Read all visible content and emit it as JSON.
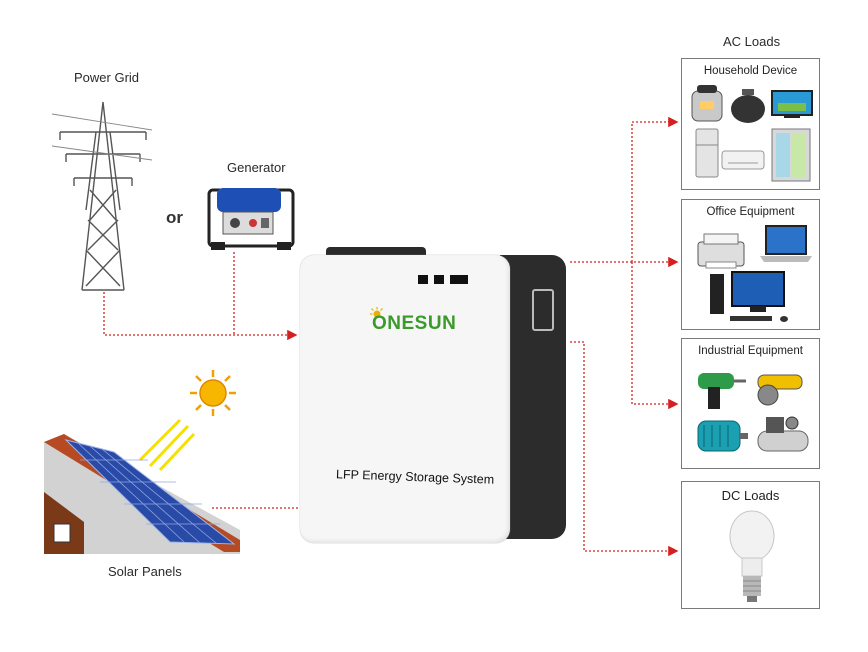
{
  "sources": {
    "power_grid_label": "Power Grid",
    "or_label": "or",
    "generator_label": "Generator",
    "solar_label": "Solar Panels"
  },
  "battery": {
    "brand": "ONESUN",
    "product_label": "LFP Energy Storage System"
  },
  "loads": {
    "ac_title": "AC Loads",
    "household_title": "Household Device",
    "office_title": "Office Equipment",
    "industrial_title": "Industrial Equipment",
    "dc_title": "DC Loads"
  },
  "colors": {
    "connector": "#d42020",
    "box_border": "#7a7a7a",
    "battery_front": "#f6f6f6",
    "battery_side": "#2c2c2c",
    "brand_green": "#3a9a2a",
    "panel_blue": "#3050b0",
    "roof": "#c0502a"
  },
  "icons": [
    "tower-icon",
    "generator-icon",
    "sun-icon",
    "solar-roof-icon",
    "rice-cooker-icon",
    "kettle-icon",
    "tv-icon",
    "fridge-icon",
    "ac-unit-icon",
    "printer-icon",
    "laptop-icon",
    "desktop-icon",
    "drill-icon",
    "grinder-icon",
    "motor-icon",
    "compressor-icon",
    "bulb-icon"
  ]
}
